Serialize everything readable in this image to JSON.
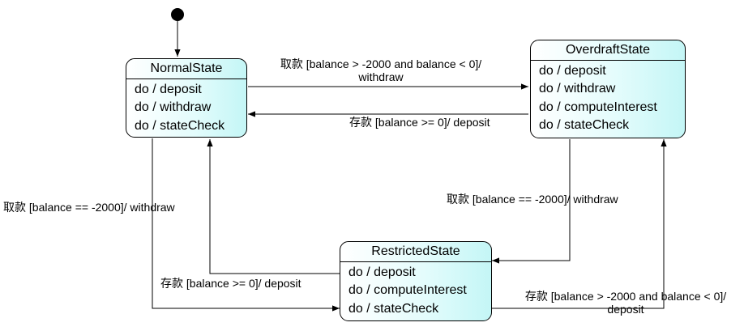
{
  "states": {
    "normal": {
      "name": "NormalState",
      "actions": [
        "do / deposit",
        "do / withdraw",
        "do / stateCheck"
      ]
    },
    "overdraft": {
      "name": "OverdraftState",
      "actions": [
        "do / deposit",
        "do / withdraw",
        "do / computeInterest",
        "do / stateCheck"
      ]
    },
    "restricted": {
      "name": "RestrictedState",
      "actions": [
        "do / deposit",
        "do / computeInterest",
        "do / stateCheck"
      ]
    }
  },
  "transitions": {
    "normal_to_overdraft": {
      "line1": "取款 [balance > -2000 and balance < 0]/",
      "line2": "withdraw"
    },
    "overdraft_to_normal": {
      "text": "存款 [balance >= 0]/ deposit"
    },
    "normal_to_restricted": {
      "text": "取款 [balance == -2000]/ withdraw"
    },
    "restricted_to_normal": {
      "text": "存款 [balance >= 0]/ deposit"
    },
    "overdraft_to_restricted": {
      "text": "取款 [balance == -2000]/ withdraw"
    },
    "restricted_to_overdraft": {
      "line1": "存款 [balance > -2000 and balance < 0]/",
      "line2": "deposit"
    }
  },
  "colors": {
    "state_fill_light": "#ffffff",
    "state_fill_dark": "#c4f6f6",
    "line": "#000000"
  }
}
